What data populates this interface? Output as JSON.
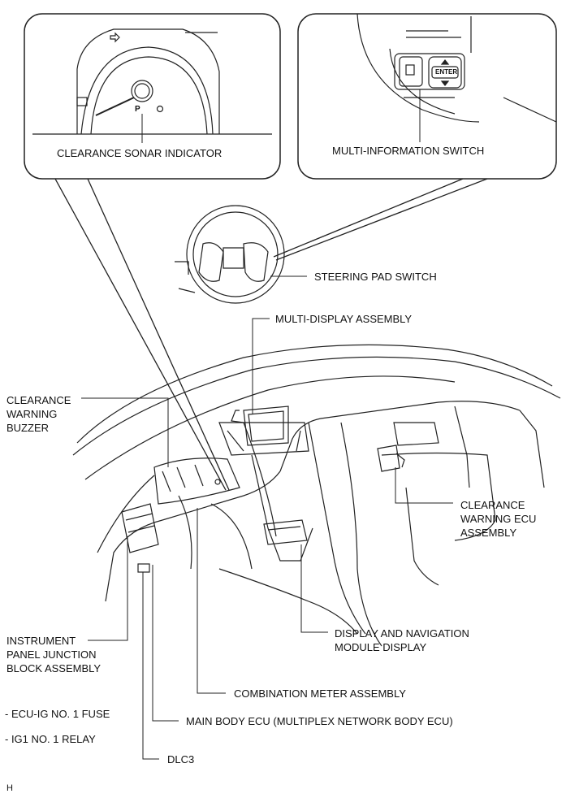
{
  "callouts": {
    "clearance_sonar_indicator": "CLEARANCE SONAR INDICATOR",
    "multi_information_switch": "MULTI-INFORMATION SWITCH",
    "steering_pad_switch": "STEERING PAD SWITCH",
    "multi_display_assembly": "MULTI-DISPLAY ASSEMBLY",
    "clearance_warning_buzzer": "CLEARANCE\nWARNING\nBUZZER",
    "clearance_warning_ecu": "CLEARANCE\nWARNING ECU\nASSEMBLY",
    "instrument_panel_jb": "INSTRUMENT\nPANEL JUNCTION\nBLOCK ASSEMBLY",
    "display_navigation_module": "DISPLAY AND NAVIGATION\nMODULE DISPLAY",
    "combination_meter": "COMBINATION METER ASSEMBLY",
    "main_body_ecu": "MAIN BODY ECU (MULTIPLEX NETWORK BODY ECU)",
    "dlc3": "DLC3"
  },
  "notes": {
    "ecu_ig_fuse": "- ECU-IG NO. 1 FUSE",
    "ig1_relay": "- IG1 NO. 1 RELAY"
  },
  "switch_labels": {
    "enter": "ENTER",
    "park_symbol": "P"
  },
  "corner_code": "H"
}
